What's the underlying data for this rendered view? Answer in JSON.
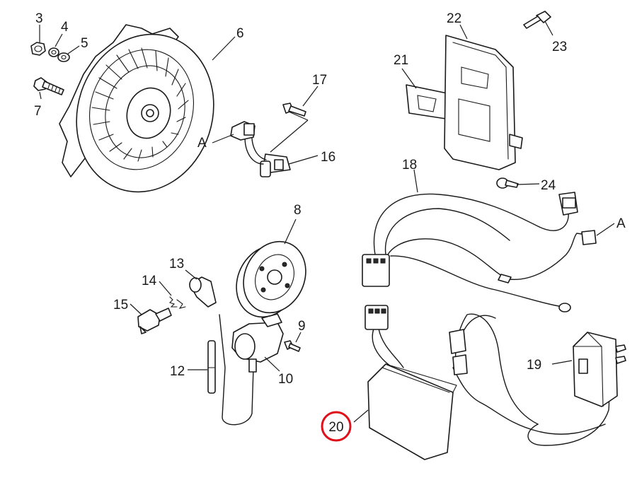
{
  "callouts": {
    "c3": "3",
    "c4": "4",
    "c5": "5",
    "c6": "6",
    "c7": "7",
    "c8": "8",
    "c9": "9",
    "c10": "10",
    "c12": "12",
    "c13": "13",
    "c14": "14",
    "c15": "15",
    "c16": "16",
    "c17": "17",
    "c18": "18",
    "c19": "19",
    "c20": "20",
    "c21": "21",
    "c22": "22",
    "c23": "23",
    "c24": "24",
    "a_left": "A",
    "a_right": "A"
  },
  "highlight": {
    "callout": "20",
    "color": "#e0101a"
  },
  "colors": {
    "line": "#1a1a1a",
    "background": "#ffffff"
  }
}
